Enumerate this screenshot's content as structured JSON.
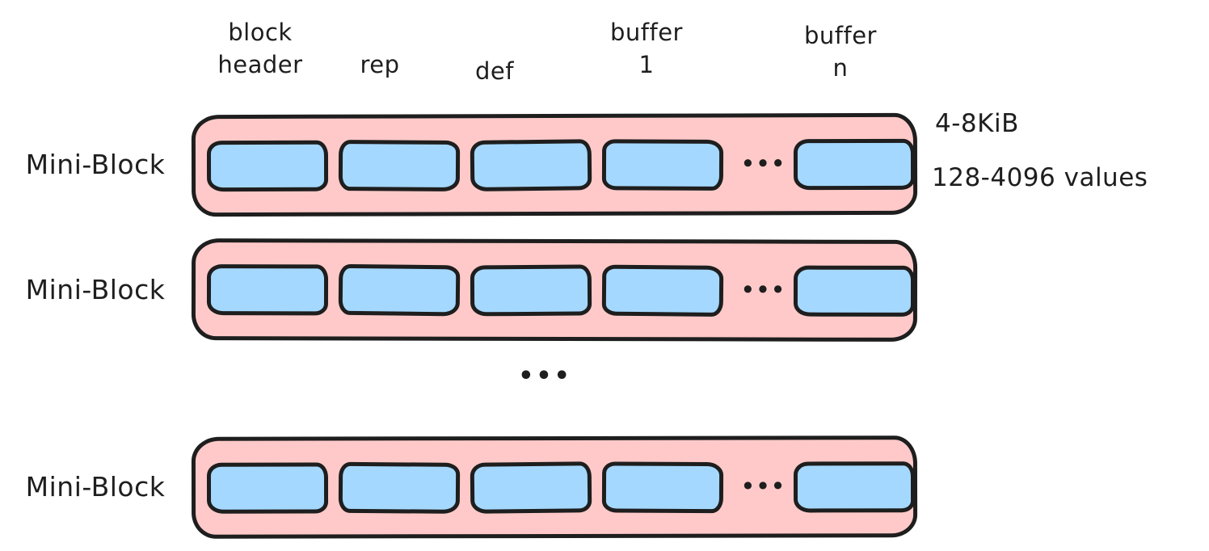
{
  "colors": {
    "block_fill": "#FFC9C9",
    "buffer_fill": "#A5D8FF",
    "stroke": "#1e1e1e",
    "text": "#1e1e1e"
  },
  "diagram": {
    "column_labels": [
      "block\nheader",
      "rep",
      "def",
      "buffer\n1",
      "buffer\nn"
    ],
    "rows": [
      {
        "label": "Mini-Block"
      },
      {
        "label": "Mini-Block"
      },
      {
        "label": "Mini-Block"
      }
    ],
    "row_annotations": {
      "size": "4-8KiB",
      "value_count": "128-4096 values"
    },
    "buffer_ellipsis": "•••",
    "rows_ellipsis": "•••"
  }
}
